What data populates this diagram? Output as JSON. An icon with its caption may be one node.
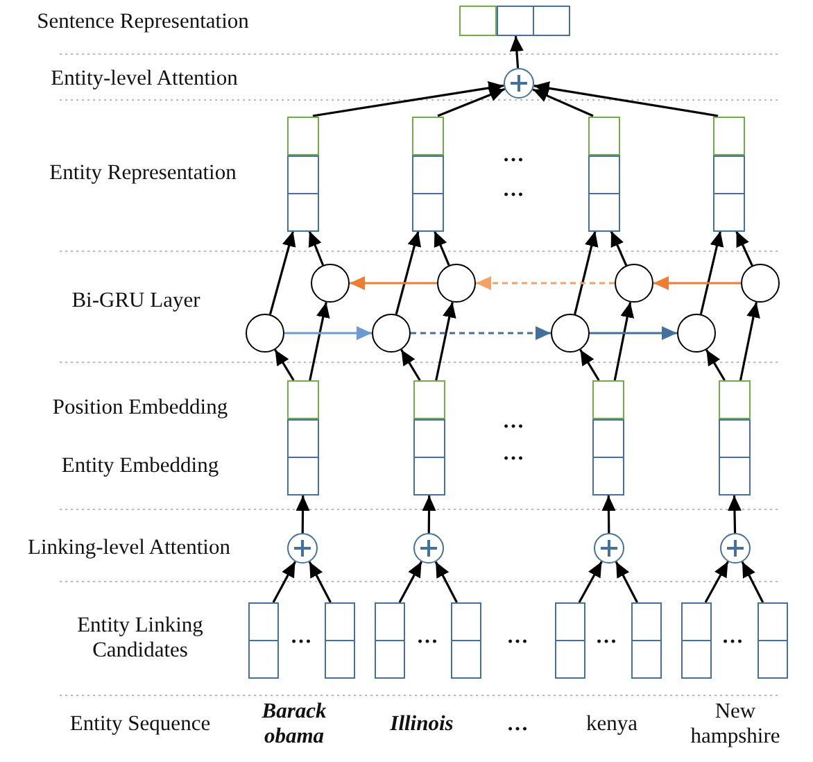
{
  "diagram": {
    "nodes": [
      {
        "text": [],
        "shape": "box"
      },
      {
        "text": [],
        "shape": "circle"
      },
      {
        "text": [],
        "shape": "box"
      },
      {
        "text": [],
        "shape": "box"
      },
      {
        "text": [],
        "shape": "box"
      },
      {
        "text": [],
        "shape": "box"
      },
      {
        "text": [],
        "shape": "circle"
      },
      {
        "text": [],
        "shape": "circle"
      },
      {
        "text": [],
        "shape": "circle"
      },
      {
        "text": [],
        "shape": "circle"
      },
      {
        "text": [],
        "shape": "circle"
      },
      {
        "text": [],
        "shape": "circle"
      },
      {
        "text": [],
        "shape": "circle"
      },
      {
        "text": [],
        "shape": "circle"
      },
      {
        "text": [],
        "shape": "box"
      },
      {
        "text": [],
        "shape": "box"
      },
      {
        "text": [],
        "shape": "box"
      },
      {
        "text": [],
        "shape": "box"
      },
      {
        "text": [],
        "shape": "circle"
      },
      {
        "text": [],
        "shape": "circle"
      },
      {
        "text": [],
        "shape": "circle"
      },
      {
        "text": [],
        "shape": "circle"
      },
      {
        "text": [],
        "shape": "box"
      },
      {
        "text": [],
        "shape": "box"
      },
      {
        "text": [],
        "shape": "box"
      },
      {
        "text": [],
        "shape": "box"
      },
      {
        "text": [],
        "shape": "box"
      },
      {
        "text": [],
        "shape": "box"
      },
      {
        "text": [],
        "shape": "box"
      },
      {
        "text": [],
        "shape": "box"
      }
    ],
    "edges": [
      {
        "from": 1,
        "to": 0,
        "arrow": "to"
      },
      {
        "from": 2,
        "to": 1,
        "arrow": "to"
      },
      {
        "from": 3,
        "to": 1,
        "arrow": "to"
      },
      {
        "from": 4,
        "to": 1,
        "arrow": "to"
      },
      {
        "from": 5,
        "to": 1,
        "arrow": "to"
      },
      {
        "from": 10,
        "to": 2,
        "arrow": "to"
      },
      {
        "from": 6,
        "to": 2,
        "arrow": "to"
      },
      {
        "from": 14,
        "to": 10,
        "arrow": "to"
      },
      {
        "from": 14,
        "to": 6,
        "arrow": "to"
      },
      {
        "from": 11,
        "to": 3,
        "arrow": "to"
      },
      {
        "from": 7,
        "to": 3,
        "arrow": "to"
      },
      {
        "from": 15,
        "to": 11,
        "arrow": "to"
      },
      {
        "from": 15,
        "to": 7,
        "arrow": "to"
      },
      {
        "from": 12,
        "to": 4,
        "arrow": "to"
      },
      {
        "from": 8,
        "to": 4,
        "arrow": "to"
      },
      {
        "from": 16,
        "to": 12,
        "arrow": "to"
      },
      {
        "from": 16,
        "to": 8,
        "arrow": "to"
      },
      {
        "from": 13,
        "to": 5,
        "arrow": "to"
      },
      {
        "from": 9,
        "to": 5,
        "arrow": "to"
      },
      {
        "from": 17,
        "to": 13,
        "arrow": "to"
      },
      {
        "from": 17,
        "to": 9,
        "arrow": "to"
      },
      {
        "from": 10,
        "to": 11,
        "arrow": "to",
        "color": "#6b9bd2"
      },
      {
        "from": 11,
        "to": 12,
        "arrow": "to",
        "style": "dashed",
        "color": "#41719c"
      },
      {
        "from": 12,
        "to": 13,
        "arrow": "to",
        "color": "#41719c"
      },
      {
        "from": 9,
        "to": 8,
        "arrow": "to",
        "color": "#ed7d31"
      },
      {
        "from": 8,
        "to": 7,
        "arrow": "to",
        "style": "dashed",
        "color": "#f4a261"
      },
      {
        "from": 7,
        "to": 6,
        "arrow": "to",
        "color": "#ed7d31"
      },
      {
        "from": 18,
        "to": 14,
        "arrow": "to"
      },
      {
        "from": 19,
        "to": 15,
        "arrow": "to"
      },
      {
        "from": 20,
        "to": 16,
        "arrow": "to"
      },
      {
        "from": 21,
        "to": 17,
        "arrow": "to"
      },
      {
        "from": 22,
        "to": 18,
        "arrow": "to"
      },
      {
        "from": 23,
        "to": 18,
        "arrow": "to"
      },
      {
        "from": 24,
        "to": 19,
        "arrow": "to"
      },
      {
        "from": 25,
        "to": 19,
        "arrow": "to"
      },
      {
        "from": 26,
        "to": 20,
        "arrow": "to"
      },
      {
        "from": 27,
        "to": 20,
        "arrow": "to"
      },
      {
        "from": 28,
        "to": 21,
        "arrow": "to"
      },
      {
        "from": 29,
        "to": 21,
        "arrow": "to"
      }
    ],
    "labels": [
      "Sentence Representation",
      "Entity-level Attention",
      "Entity Representation",
      "…",
      "…",
      "Bi-GRU Layer",
      "Position Embedding",
      "…",
      "…",
      "Entity Embedding",
      "Linking-level Attention",
      "Entity Linking Candidates",
      "…",
      "…",
      "…",
      "…",
      "…",
      "Entity Sequence",
      "Barack obama",
      "Illinois",
      "…",
      "kenya",
      "New hampshire"
    ]
  }
}
